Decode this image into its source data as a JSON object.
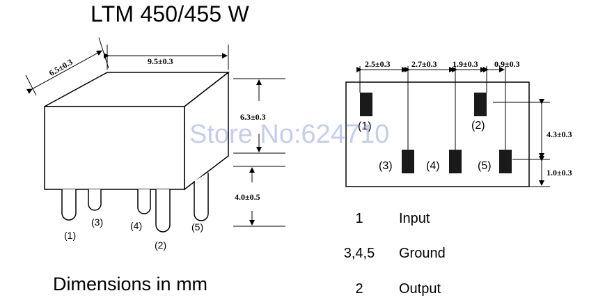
{
  "title": "LTM 450/455 W",
  "units_note": "Dimensions in mm",
  "watermark": "Store No:624710",
  "side_view": {
    "dim_depth": "6.5±0.3",
    "dim_width": "9.5±0.3",
    "dim_height": "6.3±0.3",
    "dim_pin_length": "4.0±0.5",
    "pins": [
      "(1)",
      "(3)",
      "(4)",
      "(2)",
      "(5)"
    ]
  },
  "bottom_view": {
    "dim_top": [
      "2.5±0.3",
      "2.7±0.3",
      "1.9±0.3",
      "0.9±0.3"
    ],
    "dim_right": [
      "4.3±0.3",
      "1.0±0.3"
    ],
    "pads": [
      "(1)",
      "(2)",
      "(3)",
      "(4)",
      "(5)"
    ]
  },
  "pin_legend": [
    {
      "number": "1",
      "function": "Input"
    },
    {
      "number": "3,4,5",
      "function": "Ground"
    },
    {
      "number": "2",
      "function": "Output"
    }
  ]
}
